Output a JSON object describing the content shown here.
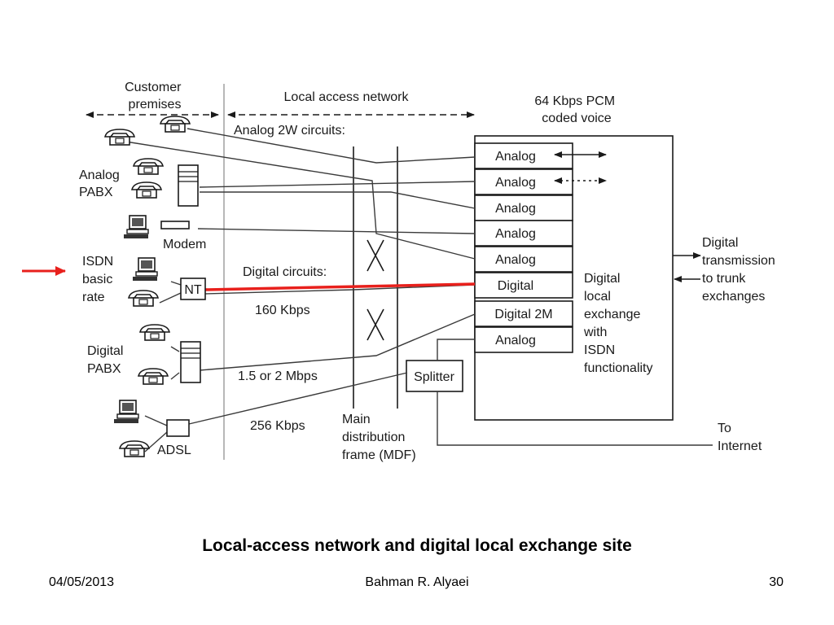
{
  "diagram": {
    "customer_premises": [
      "Customer",
      "premises"
    ],
    "local_access_network": "Local access network",
    "analog_2w_circuits": "Analog 2W circuits:",
    "pcm_note": [
      "64 Kbps PCM",
      "coded voice"
    ],
    "analog_pabx": [
      "Analog",
      "PABX"
    ],
    "modem": "Modem",
    "isdn_basic_rate": [
      "ISDN",
      "basic",
      "rate"
    ],
    "nt": "NT",
    "digital_circuits": "Digital circuits:",
    "rate_160": "160 Kbps",
    "digital_pabx": [
      "Digital",
      "PABX"
    ],
    "rate_1_5": "1.5 or 2 Mbps",
    "rate_256": "256 Kbps",
    "adsl": "ADSL",
    "mdf": [
      "Main",
      "distribution",
      "frame (MDF)"
    ],
    "splitter": "Splitter",
    "ports": [
      "Analog",
      "Analog",
      "Analog",
      "Analog",
      "Analog",
      "Digital",
      "Digital 2M",
      "Analog"
    ],
    "exchange": [
      "Digital",
      "local",
      "exchange",
      "with",
      "ISDN",
      "functionality"
    ],
    "trunk": [
      "Digital",
      "transmission",
      "to trunk",
      "exchanges"
    ],
    "internet": [
      "To",
      "Internet"
    ]
  },
  "colors": {
    "highlight": "#e8201c",
    "lines": "#3a3a3a"
  },
  "caption": "Local-access network and digital local exchange site",
  "footer": {
    "date": "04/05/2013",
    "author": "Bahman R. Alyaei",
    "page": "30"
  }
}
